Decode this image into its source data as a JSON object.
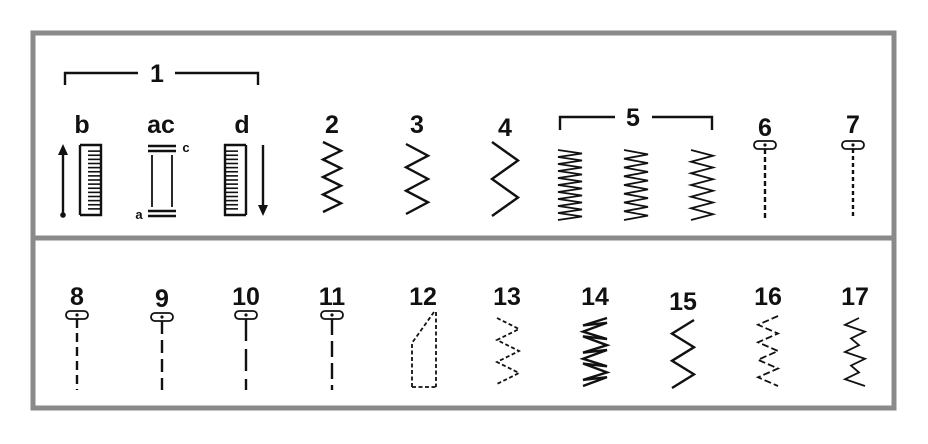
{
  "labels": {
    "group1": "1",
    "b": "b",
    "ac": "ac",
    "d": "d",
    "c": "c",
    "a": "a",
    "n2": "2",
    "n3": "3",
    "n4": "4",
    "group5": "5",
    "n6": "6",
    "n7": "7",
    "n8": "8",
    "n9": "9",
    "n10": "10",
    "n11": "11",
    "n12": "12",
    "n13": "13",
    "n14": "14",
    "n15": "15",
    "n16": "16",
    "n17": "17"
  },
  "colors": {
    "frame": "#8a8a8a",
    "ink": "#111111",
    "background": "#ffffff"
  }
}
